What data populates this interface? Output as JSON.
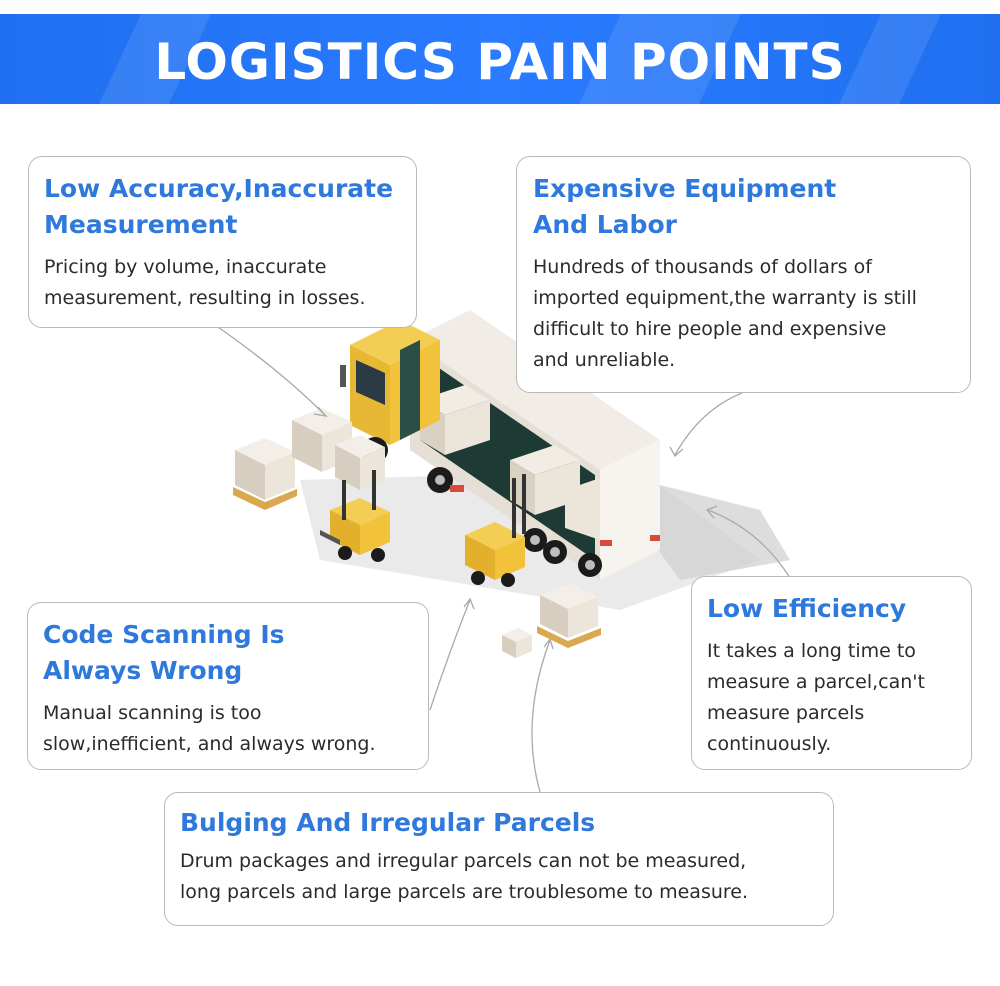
{
  "banner": {
    "title": "LOGISTICS PAIN POINTS"
  },
  "colors": {
    "banner_blue": "#2a7bff",
    "title_blue": "#2f78dc",
    "truck_yellow": "#f2c23a"
  },
  "cards": {
    "accuracy": {
      "title_line1": "Low Accuracy,Inaccurate",
      "title_line2": "Measurement",
      "body_line1": "Pricing by volume, inaccurate",
      "body_line2": "measurement, resulting in losses."
    },
    "equipment": {
      "title_line1": "Expensive Equipment",
      "title_line2": "And Labor",
      "body_line1": "Hundreds of thousands of dollars of",
      "body_line2": "imported equipment,the warranty is still",
      "body_line3": "difficult to hire people and expensive",
      "body_line4": "and unreliable."
    },
    "scanning": {
      "title_line1": "Code Scanning Is",
      "title_line2": "Always Wrong",
      "body_line1": "Manual scanning is too",
      "body_line2": "slow,inefficient, and always wrong."
    },
    "efficiency": {
      "title_line1": "Low Efficiency",
      "body_line1": "It takes a long time to",
      "body_line2": "measure a parcel,can't",
      "body_line3": "measure parcels",
      "body_line4": "continuously."
    },
    "parcels": {
      "title_line1": "Bulging And Irregular Parcels",
      "body_line1": "Drum packages and irregular parcels can not be measured,",
      "body_line2": "long parcels and large parcels are troublesome to measure."
    }
  }
}
